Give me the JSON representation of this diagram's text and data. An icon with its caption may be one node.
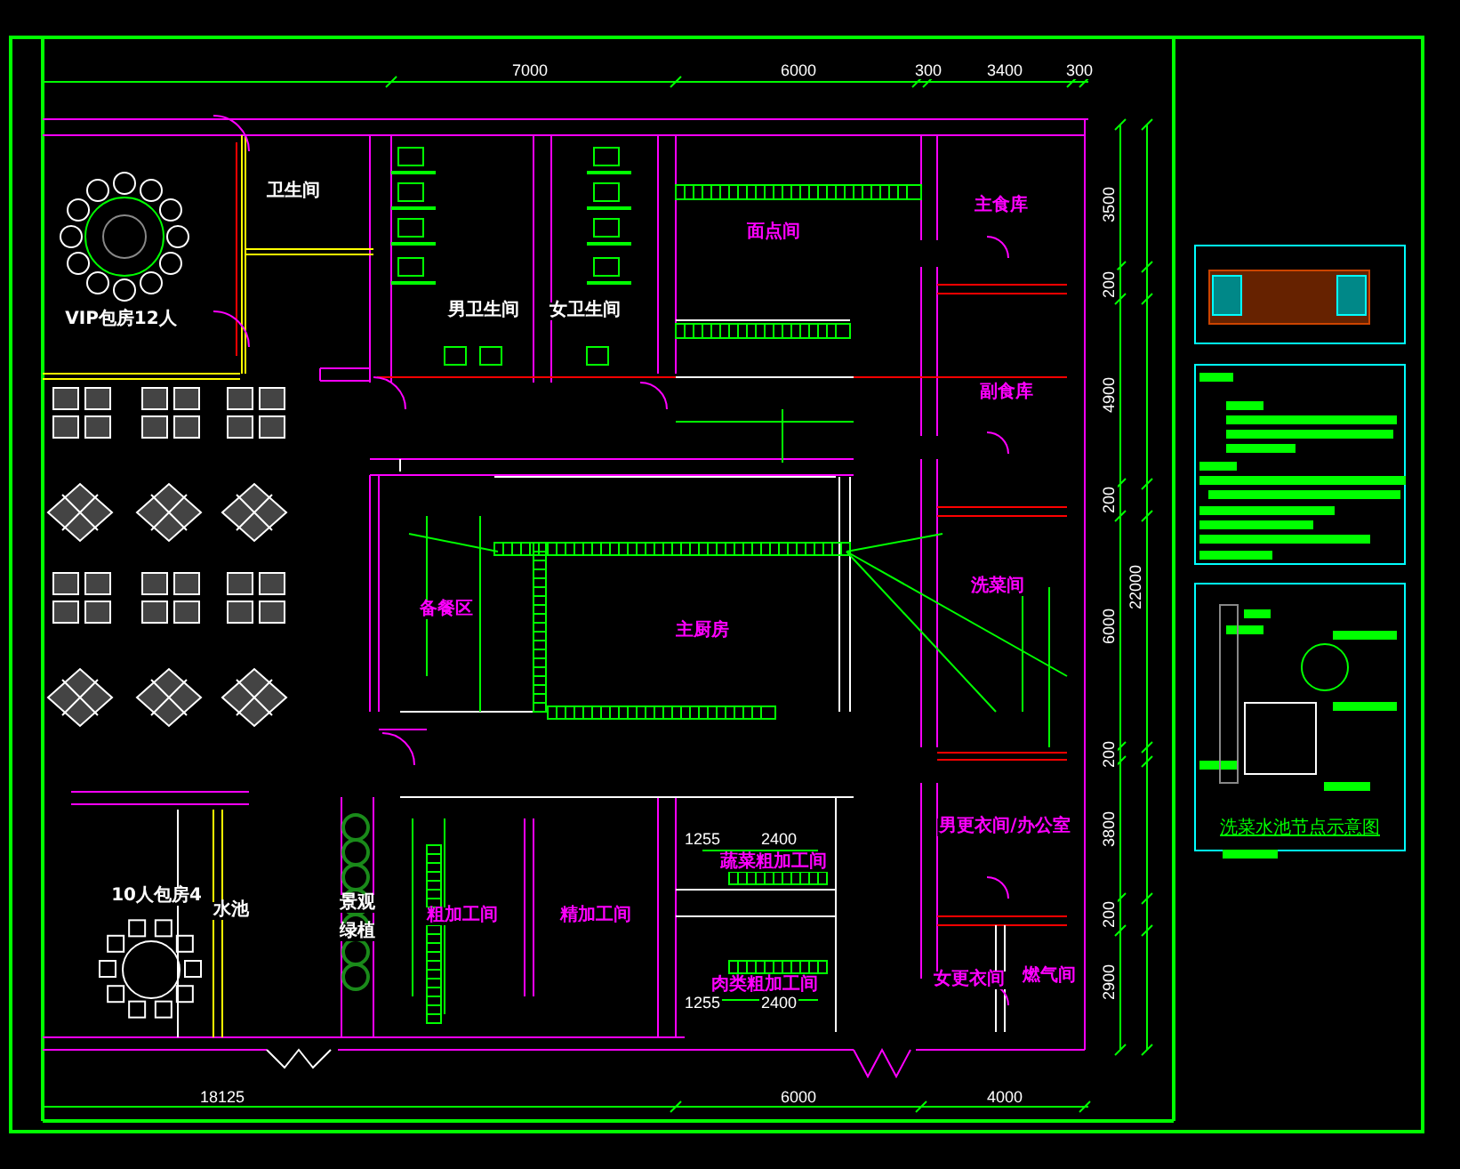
{
  "diagram": {
    "labels": [
      "7000",
      "6000",
      "300",
      "3400",
      "300",
      "卫生间",
      "VIP包房12人",
      "男卫生间",
      "女卫生间",
      "面点间",
      "主食库",
      "3500",
      "200",
      "副食库",
      "4900",
      "200",
      "备餐区",
      "主厨房",
      "洗菜间",
      "6000",
      "22000",
      "200",
      "男更衣间/办公室",
      "3800",
      "10人包房4",
      "水池",
      "景观",
      "绿植",
      "粗加工间",
      "精加工间",
      "1255",
      "2400",
      "蔬菜粗加工间",
      "肉类粗加工间",
      "1255",
      "2400",
      "女更衣间",
      "燃气间",
      "200",
      "2900",
      "18125",
      "6000",
      "4000",
      "洗菜水池节点示意图"
    ]
  }
}
